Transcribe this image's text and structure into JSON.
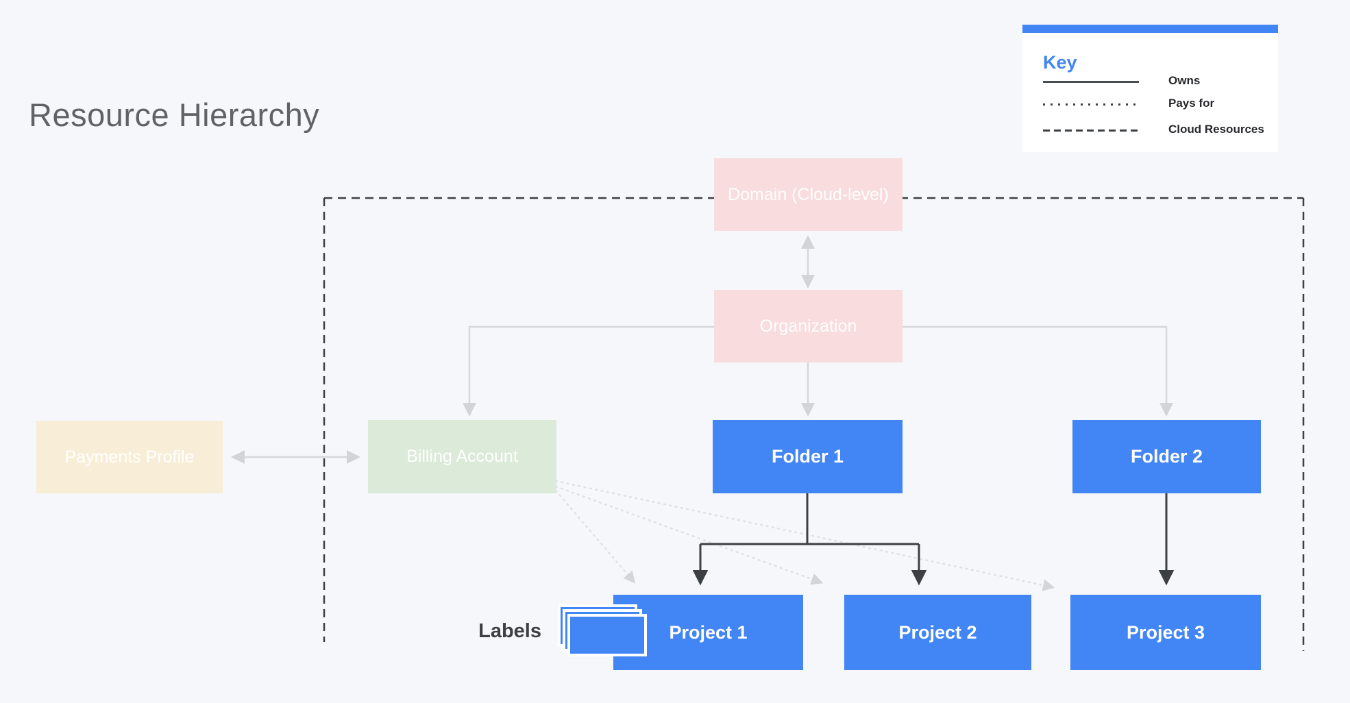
{
  "title": "Resource Hierarchy",
  "key": {
    "title": "Key",
    "items": [
      {
        "style": "solid",
        "label": "Owns"
      },
      {
        "style": "dotted",
        "label": "Pays for"
      },
      {
        "style": "dashed",
        "label": "Cloud Resources"
      }
    ]
  },
  "nodes": {
    "domain": {
      "label": "Domain (Cloud-level)",
      "fill": "#f9dcdd"
    },
    "organization": {
      "label": "Organization",
      "fill": "#f9dcdd"
    },
    "payments_profile": {
      "label": "Payments Profile",
      "fill": "#f8eed8"
    },
    "billing_account": {
      "label": "Billing Account",
      "fill": "#dcead9"
    },
    "folder1": {
      "label": "Folder 1",
      "fill": "#4285f4"
    },
    "folder2": {
      "label": "Folder 2",
      "fill": "#4285f4"
    },
    "project1": {
      "label": "Project 1",
      "fill": "#4285f4"
    },
    "project2": {
      "label": "Project 2",
      "fill": "#4285f4"
    },
    "project3": {
      "label": "Project 3",
      "fill": "#4285f4"
    }
  },
  "labels_caption": "Labels",
  "edges": [
    {
      "from": "Domain (Cloud-level)",
      "to": "Organization",
      "relation": "Owns",
      "bidirectional": true
    },
    {
      "from": "Organization",
      "to": "Billing Account",
      "relation": "Owns"
    },
    {
      "from": "Organization",
      "to": "Folder 1",
      "relation": "Owns"
    },
    {
      "from": "Organization",
      "to": "Folder 2",
      "relation": "Owns"
    },
    {
      "from": "Payments Profile",
      "to": "Billing Account",
      "relation": "Owns",
      "bidirectional": true
    },
    {
      "from": "Folder 1",
      "to": "Project 1",
      "relation": "Owns"
    },
    {
      "from": "Folder 1",
      "to": "Project 2",
      "relation": "Owns"
    },
    {
      "from": "Folder 2",
      "to": "Project 3",
      "relation": "Owns"
    },
    {
      "from": "Billing Account",
      "to": "Project 1",
      "relation": "Pays for"
    },
    {
      "from": "Billing Account",
      "to": "Project 2",
      "relation": "Pays for"
    },
    {
      "from": "Billing Account",
      "to": "Project 3",
      "relation": "Pays for"
    }
  ],
  "boundary": {
    "label": "Cloud Resources",
    "style": "dashed"
  },
  "colors": {
    "accent_blue": "#4285f4",
    "pink": "#f9dcdd",
    "cream": "#f8eed8",
    "green": "#dcead9",
    "dark": "#3c4043",
    "light_connector": "#d5d7da",
    "faint_dotted": "#dfe1e4",
    "title_gray": "#5f6368",
    "background": "#f5f7fa"
  }
}
